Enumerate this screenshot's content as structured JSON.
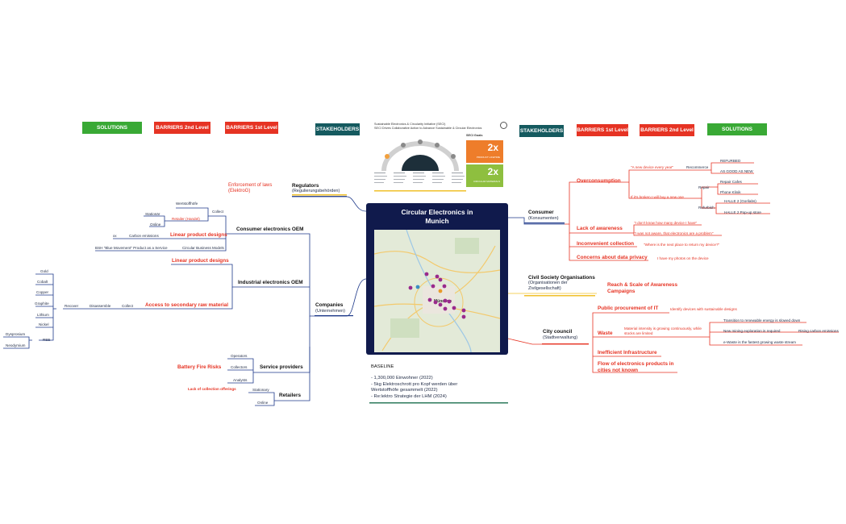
{
  "headers": {
    "left": [
      "SOLUTIONS",
      "BARRIERS 2nd Level",
      "BARRIERS 1st Level",
      "STAKEHOLDERS"
    ],
    "right": [
      "STAKEHOLDERS",
      "BARRIERS 1st Level",
      "BARRIERS 2nd Level",
      "SOLUTIONS"
    ]
  },
  "colors": {
    "solutions": "#39a935",
    "barriers": "#e63323",
    "stakeholders": "#155a5f",
    "center": "#101a4c",
    "accent_yellow": "#f0c02a",
    "accent_green": "#2c7a5b",
    "line_navy": "#1f3a8a",
    "line_red": "#e63323"
  },
  "center": {
    "title": "Circular Electronics in Munich",
    "map_label": "München",
    "baseline_title": "BASELINE",
    "baseline_items": [
      "- 1,300,000 Einwohner (2022)",
      "- 5kg Elektroschrott pro Kopf werden über Wertstoffhöfe gesammelt (2022)",
      "- Re:lektro Strategie der LHM (2024)"
    ]
  },
  "seci": {
    "title_1": "Sustainable Electronics & Circularity Initiative (SECI)",
    "title_2": "SECI Drives Collaborative Action to Advance Sustainable & Circular Electronics",
    "goals_label": "SECI Goals",
    "goal_1_value": "2x",
    "goal_1_label": "PRODUCT LIFETIME",
    "goal_2_value": "2x",
    "goal_2_label": "CIRCULAR MATERIALS"
  },
  "left": {
    "regulators": {
      "label": "Regulators",
      "sub": "(Regulierungsbehörden)",
      "barrier": "Enforcement of laws",
      "barrier_sub": "(ElektroG)"
    },
    "consumer_oem": {
      "label": "Consumer electronics OEM",
      "collect": "Collect",
      "wertstoffhoefe": "Wertstoffhöfe",
      "stationaer": "Stationär",
      "online": "Online",
      "retailer": "Retailer (Handel)",
      "linear": "Linear product designs",
      "xx": "xx",
      "carbon": "Carbon emissions",
      "bsh": "BSH \"Blue Movement\" Product as a Service",
      "cbm": "Circular Business Models"
    },
    "industrial_oem": {
      "label": "Industrial electronics OEM",
      "linear": "Linear product designs",
      "access": "Access to secondary raw material",
      "recover": "Recover",
      "disassemble": "Disassemble",
      "collect": "Collect",
      "materials": [
        "Gold",
        "Cobalt",
        "Copper",
        "Graphite",
        "Lithium",
        "Nickel"
      ],
      "ree": "REE",
      "ree_items": [
        "Dysprosium",
        "Neodymium"
      ]
    },
    "companies": {
      "label": "Companies",
      "sub": "(Unternehmen)"
    },
    "service": {
      "label": "Service providers",
      "barrier": "Battery Fire Risks",
      "items": [
        "Operators",
        "Collectors",
        "Analysts"
      ]
    },
    "retailers": {
      "label": "Retailers",
      "barrier": "Lack of collection offerings",
      "stationary": "Stationary",
      "online": "Online"
    }
  },
  "right": {
    "consumer": {
      "label": "Consumer",
      "sub": "(Konsumenten)"
    },
    "overconsumption": {
      "label": "Overconsumption",
      "quote_1": "\"A new device every year\"",
      "recommerce": "Recommerce",
      "refurbed": "REFURBED",
      "asgoodasnew": "AS GOOD AS NEW",
      "quote_2": "If it's broken I will buy a new one",
      "repair": "Repair",
      "repair_items": [
        "Repair Cafes",
        "Phone Klinik"
      ],
      "refurbish": "Refurbish",
      "refurbish_items": [
        "HALLE 2 (Gorilabs)",
        "HALLE 2 Pop-up store"
      ]
    },
    "awareness": {
      "label": "Lack of awareness",
      "quote_1": "\"I don't know how many device I have\"",
      "quote_2": "\"I was not aware, that electronics are a problem\""
    },
    "inconvenient": {
      "label": "Inconvenient collection",
      "quote": "\"Where is the next place to return my device?\""
    },
    "privacy": {
      "label": "Concerns about data privacy",
      "quote": "I have my photos on the device"
    },
    "civil": {
      "label": "Civil Society Organisations",
      "sub_1": "(Organisationen der",
      "sub_2": "Zivilgesellschaft)",
      "barrier": "Reach & Scale of Awareness Campaigns"
    },
    "city": {
      "label": "City council",
      "sub": "(Stadtverwaltung)",
      "procurement": "Public procurement of IT",
      "procurement_sol": "Identify devices with sustainable designs",
      "waste": "Waste",
      "waste_desc": "Material intensity is growing continuously, while stocks are limited",
      "transition": "Transition to renewable energy is slowed down",
      "mining": "New mining exploration is required",
      "rising": "Rising carbon emissions",
      "ewaste": "e-Waste is the fastest growing waste stream",
      "infrastructure": "Inefficient Infrastructure",
      "flow": "Flow of electronics products in cities not known"
    }
  }
}
